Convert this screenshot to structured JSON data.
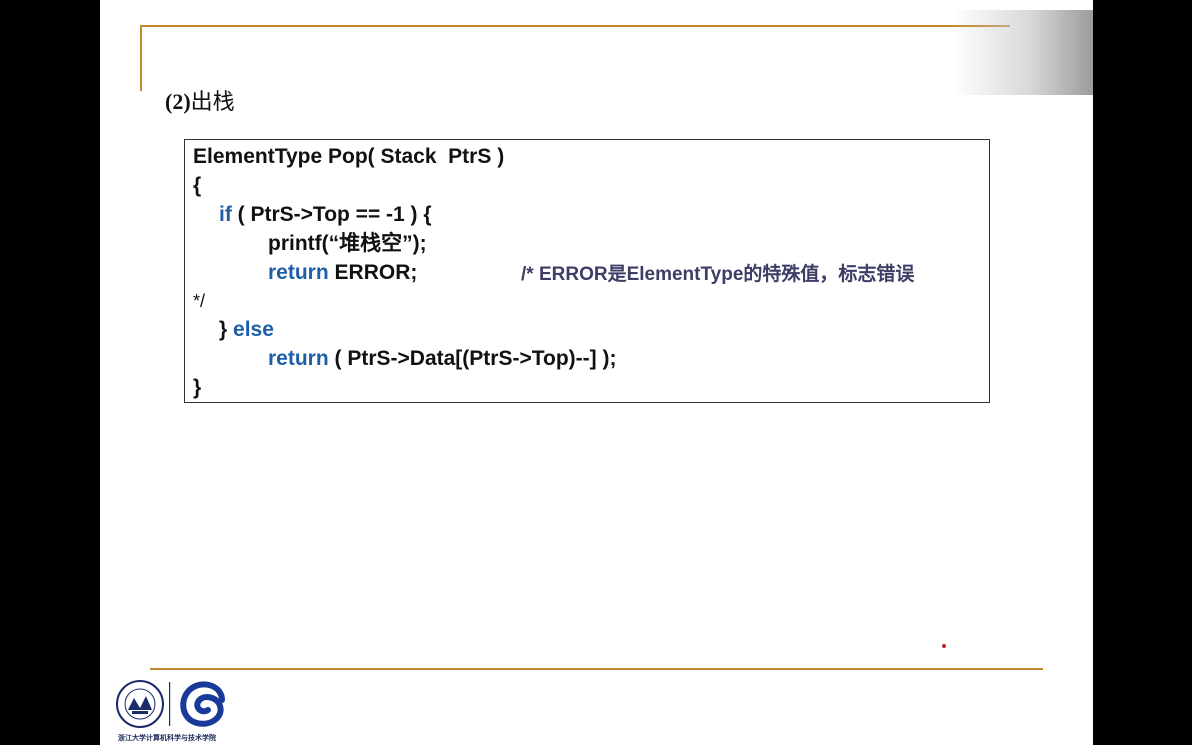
{
  "heading": {
    "number": "(2)",
    "text": "出栈"
  },
  "code": {
    "line1": "ElementType Pop( Stack  PtrS )",
    "line2": "{",
    "line3_kw": "if",
    "line3_rest": " ( PtrS->Top == -1 ) {",
    "line4": "printf(“堆栈空”);",
    "line5_kw": "return",
    "line5_rest": " ERROR;",
    "comment": "/* ERROR是ElementType的特殊值，标志错误",
    "comment_end": "*/",
    "line7_brace": "} ",
    "line7_kw": "else",
    "line8_kw": "return",
    "line8_rest": " ( PtrS->Data[(PtrS->Top)--] );",
    "line9": "}"
  },
  "footer": {
    "caption": "浙江大学计算机科学与技术学院"
  },
  "colors": {
    "accent_rule": "#c28a2c",
    "keyword": "#1f5fa6",
    "comment": "#3d3d66"
  },
  "icons": {
    "logo_left": "university-seal-icon",
    "logo_right": "college-spiral-logo-icon"
  }
}
